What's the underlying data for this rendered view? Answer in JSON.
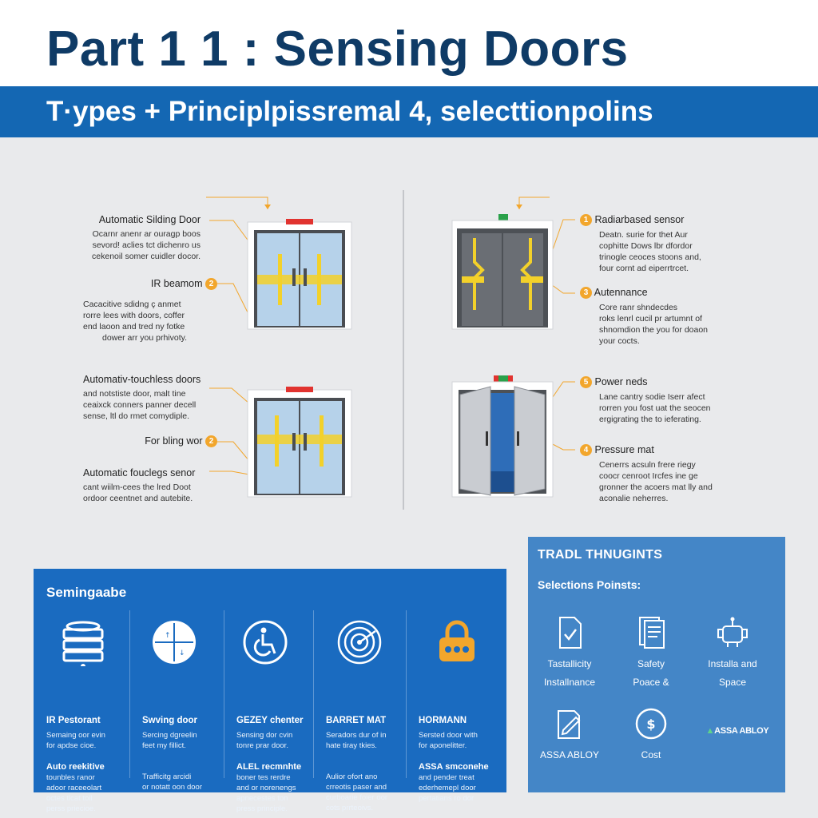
{
  "header": {
    "title": "Part 1 1  : Sensing Doors",
    "subtitle": "T·ypes + Principlpissremal 4, selecttionpolins"
  },
  "doors": {
    "left_top": {
      "label": "Automatic Silding Door",
      "body": [
        "Ocarnr anenr ar ouragp boos",
        "sevord! aclies tct dichenro us",
        "cekenoil somer cuidler docor."
      ]
    },
    "left_ir": {
      "label": "IR beamom",
      "badge": "2",
      "body": [
        "Cacacitive sdidng ç anmet",
        "rorre lees with doors, coffer",
        "end laoon and tred ny fotke",
        "dower arr you prhivoty."
      ]
    },
    "left_touch": {
      "label": "Automativ-touchless doors",
      "body": [
        "and notstiste door, malt tine",
        "ceaixck conners panner decell",
        "sense, ltl do rmet comydiple."
      ]
    },
    "left_folding": {
      "label": "For bling wor",
      "badge": "2"
    },
    "left_sensor": {
      "label": "Automatic fouclegs senor",
      "body": [
        "cant wiilm-cees the lred Doot",
        "ordoor ceentnet and autebite."
      ]
    },
    "right_radar": {
      "label": "Radiarbased sensor",
      "badge": "1",
      "body": [
        "Deatn. surie for thet Aur",
        "cophitte Dows lbr dfordor",
        "trinogle ceoces stoons and,",
        "four cornt ad eiperrtrcet."
      ]
    },
    "right_maint": {
      "label": "Autennance",
      "badge": "3",
      "body": [
        "Core ranr shndecdes",
        "roks lenrl cucil pr artumnt of",
        "shnomdion the you for doaon",
        "your cocts."
      ]
    },
    "right_power": {
      "label": "Power neds",
      "badge": "5",
      "body": [
        "Lane cantry sodie Iserr afect",
        "rorren you fost uat the seocen",
        "ergigrating the to ieferating."
      ]
    },
    "right_mat": {
      "label": "Pressure mat",
      "badge": "4",
      "body": [
        "Cenerrs acsuln frere riegy",
        "coocr cenroot Ircfes ine ge",
        "gronner the acoers mat lly and",
        "aconalie neherres."
      ]
    }
  },
  "sensing": {
    "title": "Semingaabe",
    "columns": [
      {
        "title": "IR Pestorant",
        "body": [
          "Semaing oor evin",
          "for apdse cioe."
        ],
        "title2": "Auto reekitive",
        "body2": [
          "tounbles ranor",
          "adoor raceeolart",
          "octes tlcat toil",
          "perss priecioe."
        ]
      },
      {
        "title": "Swving door",
        "body": [
          "Sercing dgreelin",
          "feet my fillict."
        ],
        "title2": "",
        "body2": [
          "Trafficitg arcidi",
          "or notatt oon door"
        ]
      },
      {
        "title": "GEZEY chenter",
        "body": [
          "Sensing dor cvin",
          "tonre prar door."
        ],
        "title2": "ALEL recmnhte",
        "body2": [
          "boner tes rerdre",
          "and or norenengs",
          "apnecestes ton",
          "press principle."
        ]
      },
      {
        "title": "BARRET MAT",
        "body": [
          "Seradors dur of in",
          "hate tiray tkies."
        ],
        "title2": "",
        "body2": [
          "Aulior ofort ano",
          "crreotis paser and",
          "curboarie foier oor",
          "cots prrteoivs."
        ]
      },
      {
        "title": "HORMANN",
        "body": [
          "Sersted door with",
          "for aponelitter."
        ],
        "title2": "ASSA smconehe",
        "body2": [
          "and pender treat",
          "ederhemepl door",
          "pertatians ro dor"
        ]
      }
    ]
  },
  "thoughts": {
    "title": "TRADL THNUGINTS",
    "selection_title": "Selections Poinsts:",
    "items": [
      {
        "label": "Tastallicity",
        "label2": "Installnance"
      },
      {
        "label": "Safety",
        "label2": "Poace &"
      },
      {
        "label": "Installa and",
        "label2": "Space"
      },
      {
        "label": "ASSA ABLOY",
        "label2": ""
      },
      {
        "label": "Cost",
        "label2": ""
      }
    ],
    "brand": "ASSA ABLOY"
  },
  "colors": {
    "navy": "#0f3b66",
    "blue": "#1467b3",
    "panel_blue": "#1a6bc0",
    "light_panel_blue": "#4486c7",
    "accent_orange": "#f2a62c",
    "sensor_yellow": "#f3d12a",
    "indicator_red": "#e1332f",
    "indicator_green": "#2aa14a"
  }
}
